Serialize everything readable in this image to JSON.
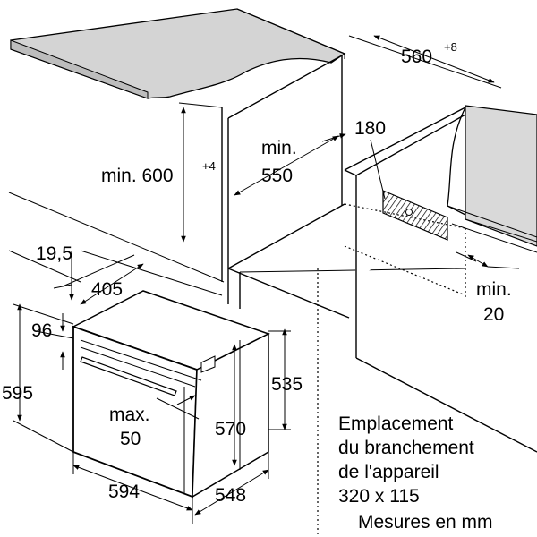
{
  "dimensions": {
    "niche_width": "560",
    "niche_width_tol": "+8",
    "niche_height_min": "min. 600",
    "niche_height_tol": "+4",
    "depth_min_line1": "min.",
    "depth_min_line2": "550",
    "connection_offset": "180",
    "vent_min_line1": "min.",
    "vent_min_line2": "20",
    "front_offset": "19,5",
    "panel_depth": "405",
    "door_offset": "96",
    "total_height": "595",
    "body_height": "535",
    "inner_height": "570",
    "door_gap_line1": "max.",
    "door_gap_line2": "50",
    "total_width": "594",
    "total_depth": "548"
  },
  "notes": {
    "line1": "Emplacement",
    "line2": "du branchement",
    "line3": "de l'appareil",
    "line4": "320 x 115",
    "line5": "Mesures en mm"
  },
  "colors": {
    "worktop": "#d0d0d0",
    "niche_wall": "#dcdcdc",
    "hatch": "#000000"
  }
}
